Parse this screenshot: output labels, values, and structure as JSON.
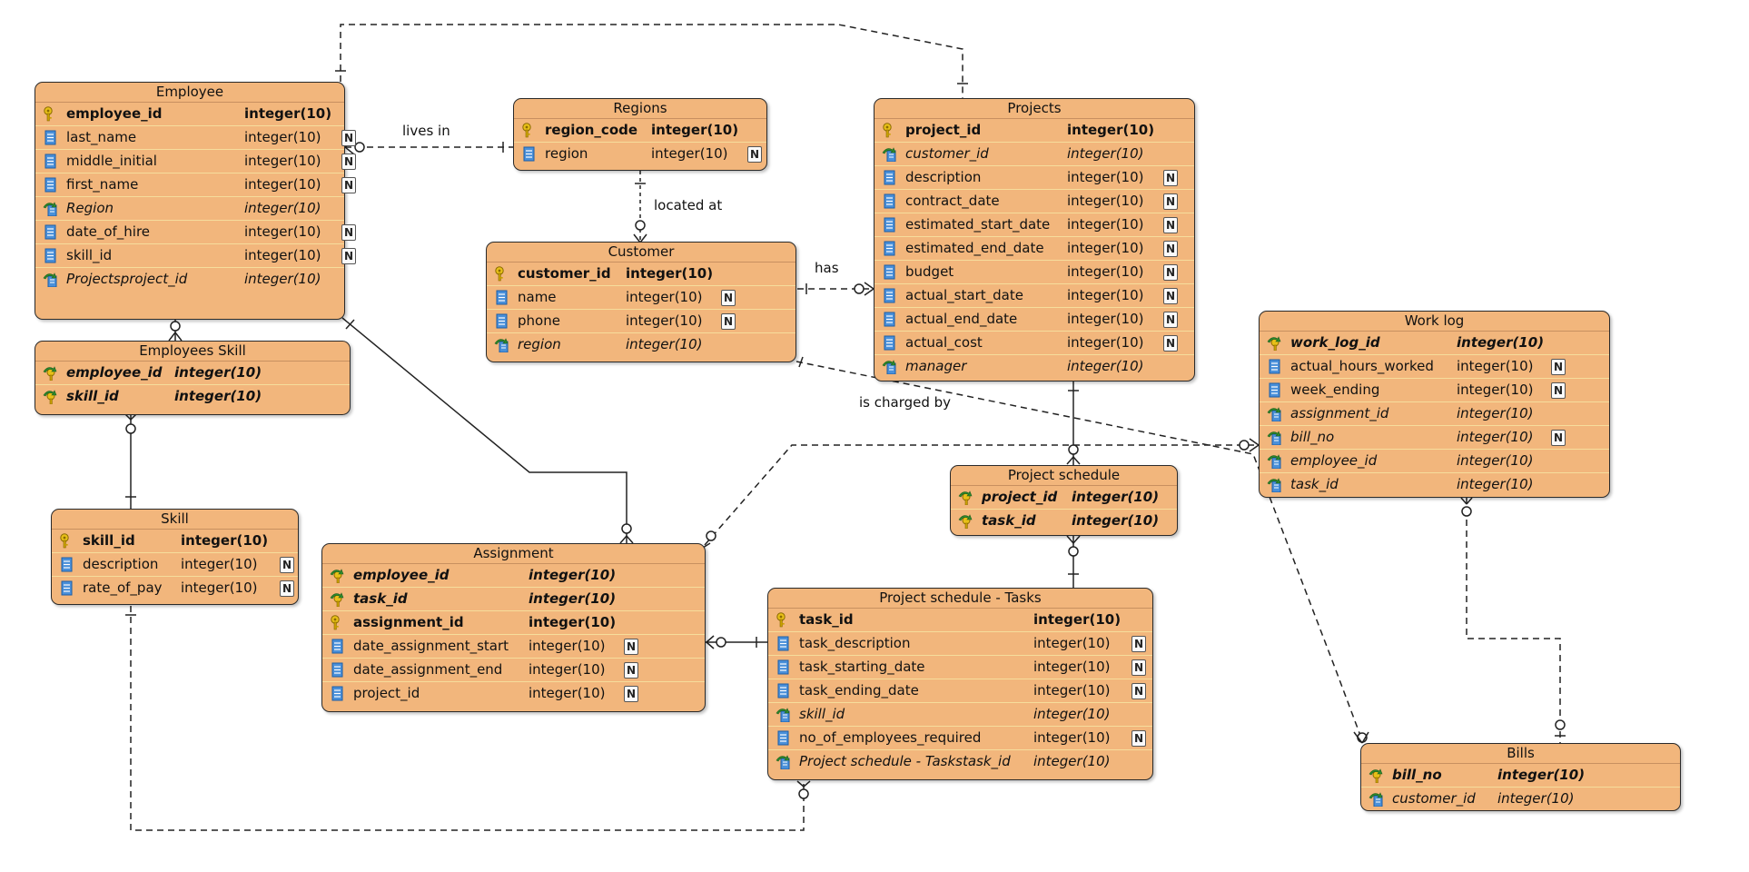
{
  "colors": {
    "entity_fill": "#f2b67c",
    "row_separator": "#f6dd9c",
    "border": "#2a2a2a",
    "line": "#222222"
  },
  "relationships": [
    {
      "label": "lives in"
    },
    {
      "label": "located at"
    },
    {
      "label": "has"
    },
    {
      "label": "is charged by"
    }
  ],
  "entities": [
    {
      "title": "Employee",
      "fields": [
        {
          "name": "employee_id",
          "type": "integer(10)",
          "kind": "pk",
          "nullable": false
        },
        {
          "name": "last_name",
          "type": "integer(10)",
          "kind": "col",
          "nullable": true
        },
        {
          "name": "middle_initial",
          "type": "integer(10)",
          "kind": "col",
          "nullable": true
        },
        {
          "name": "first_name",
          "type": "integer(10)",
          "kind": "col",
          "nullable": true
        },
        {
          "name": "Region",
          "type": "integer(10)",
          "kind": "fk",
          "nullable": false
        },
        {
          "name": "date_of_hire",
          "type": "integer(10)",
          "kind": "col",
          "nullable": true
        },
        {
          "name": "skill_id",
          "type": "integer(10)",
          "kind": "col",
          "nullable": true
        },
        {
          "name": "Projectsproject_id",
          "type": "integer(10)",
          "kind": "fk",
          "nullable": false
        }
      ]
    },
    {
      "title": "Regions",
      "fields": [
        {
          "name": "region_code",
          "type": "integer(10)",
          "kind": "pk",
          "nullable": false
        },
        {
          "name": "region",
          "type": "integer(10)",
          "kind": "col",
          "nullable": true
        }
      ]
    },
    {
      "title": "Customer",
      "fields": [
        {
          "name": "customer_id",
          "type": "integer(10)",
          "kind": "pk",
          "nullable": false
        },
        {
          "name": "name",
          "type": "integer(10)",
          "kind": "col",
          "nullable": true
        },
        {
          "name": "phone",
          "type": "integer(10)",
          "kind": "col",
          "nullable": true
        },
        {
          "name": "region",
          "type": "integer(10)",
          "kind": "fk",
          "nullable": false
        }
      ]
    },
    {
      "title": "Projects",
      "fields": [
        {
          "name": "project_id",
          "type": "integer(10)",
          "kind": "pk",
          "nullable": false
        },
        {
          "name": "customer_id",
          "type": "integer(10)",
          "kind": "fk",
          "nullable": false
        },
        {
          "name": "description",
          "type": "integer(10)",
          "kind": "col",
          "nullable": true
        },
        {
          "name": "contract_date",
          "type": "integer(10)",
          "kind": "col",
          "nullable": true
        },
        {
          "name": "estimated_start_date",
          "type": "integer(10)",
          "kind": "col",
          "nullable": true
        },
        {
          "name": "estimated_end_date",
          "type": "integer(10)",
          "kind": "col",
          "nullable": true
        },
        {
          "name": "budget",
          "type": "integer(10)",
          "kind": "col",
          "nullable": true
        },
        {
          "name": "actual_start_date",
          "type": "integer(10)",
          "kind": "col",
          "nullable": true
        },
        {
          "name": "actual_end_date",
          "type": "integer(10)",
          "kind": "col",
          "nullable": true
        },
        {
          "name": "actual_cost",
          "type": "integer(10)",
          "kind": "col",
          "nullable": true
        },
        {
          "name": "manager",
          "type": "integer(10)",
          "kind": "fk",
          "nullable": false
        }
      ]
    },
    {
      "title": "Work log",
      "fields": [
        {
          "name": "work_log_id",
          "type": "integer(10)",
          "kind": "pkfk",
          "nullable": false
        },
        {
          "name": "actual_hours_worked",
          "type": "integer(10)",
          "kind": "col",
          "nullable": true
        },
        {
          "name": "week_ending",
          "type": "integer(10)",
          "kind": "col",
          "nullable": true
        },
        {
          "name": "assignment_id",
          "type": "integer(10)",
          "kind": "fk",
          "nullable": false
        },
        {
          "name": "bill_no",
          "type": "integer(10)",
          "kind": "fk",
          "nullable": true
        },
        {
          "name": "employee_id",
          "type": "integer(10)",
          "kind": "fk",
          "nullable": false
        },
        {
          "name": "task_id",
          "type": "integer(10)",
          "kind": "fk",
          "nullable": false
        }
      ]
    },
    {
      "title": "Employees Skill",
      "fields": [
        {
          "name": "employee_id",
          "type": "integer(10)",
          "kind": "pkfk",
          "nullable": false
        },
        {
          "name": "skill_id",
          "type": "integer(10)",
          "kind": "pkfk",
          "nullable": false
        }
      ]
    },
    {
      "title": "Skill",
      "fields": [
        {
          "name": "skill_id",
          "type": "integer(10)",
          "kind": "pk",
          "nullable": false
        },
        {
          "name": "description",
          "type": "integer(10)",
          "kind": "col",
          "nullable": true
        },
        {
          "name": "rate_of_pay",
          "type": "integer(10)",
          "kind": "col",
          "nullable": true
        }
      ]
    },
    {
      "title": "Project schedule",
      "fields": [
        {
          "name": "project_id",
          "type": "integer(10)",
          "kind": "pkfk",
          "nullable": false
        },
        {
          "name": "task_id",
          "type": "integer(10)",
          "kind": "pkfk",
          "nullable": false
        }
      ]
    },
    {
      "title": "Assignment",
      "fields": [
        {
          "name": "employee_id",
          "type": "integer(10)",
          "kind": "pkfk",
          "nullable": false
        },
        {
          "name": "task_id",
          "type": "integer(10)",
          "kind": "pkfk",
          "nullable": false
        },
        {
          "name": "assignment_id",
          "type": "integer(10)",
          "kind": "pk",
          "nullable": false
        },
        {
          "name": "date_assignment_start",
          "type": "integer(10)",
          "kind": "col",
          "nullable": true
        },
        {
          "name": "date_assignment_end",
          "type": "integer(10)",
          "kind": "col",
          "nullable": true
        },
        {
          "name": "project_id",
          "type": "integer(10)",
          "kind": "col",
          "nullable": true
        }
      ]
    },
    {
      "title": "Project schedule - Tasks",
      "fields": [
        {
          "name": "task_id",
          "type": "integer(10)",
          "kind": "pk",
          "nullable": false
        },
        {
          "name": "task_description",
          "type": "integer(10)",
          "kind": "col",
          "nullable": true
        },
        {
          "name": "task_starting_date",
          "type": "integer(10)",
          "kind": "col",
          "nullable": true
        },
        {
          "name": "task_ending_date",
          "type": "integer(10)",
          "kind": "col",
          "nullable": true
        },
        {
          "name": "skill_id",
          "type": "integer(10)",
          "kind": "fk",
          "nullable": false
        },
        {
          "name": "no_of_employees_required",
          "type": "integer(10)",
          "kind": "col",
          "nullable": true
        },
        {
          "name": "Project schedule - Taskstask_id",
          "type": "integer(10)",
          "kind": "fk",
          "nullable": false
        }
      ]
    },
    {
      "title": "Bills",
      "fields": [
        {
          "name": "bill_no",
          "type": "integer(10)",
          "kind": "pkfk",
          "nullable": false
        },
        {
          "name": "customer_id",
          "type": "integer(10)",
          "kind": "fk",
          "nullable": false
        }
      ]
    }
  ]
}
